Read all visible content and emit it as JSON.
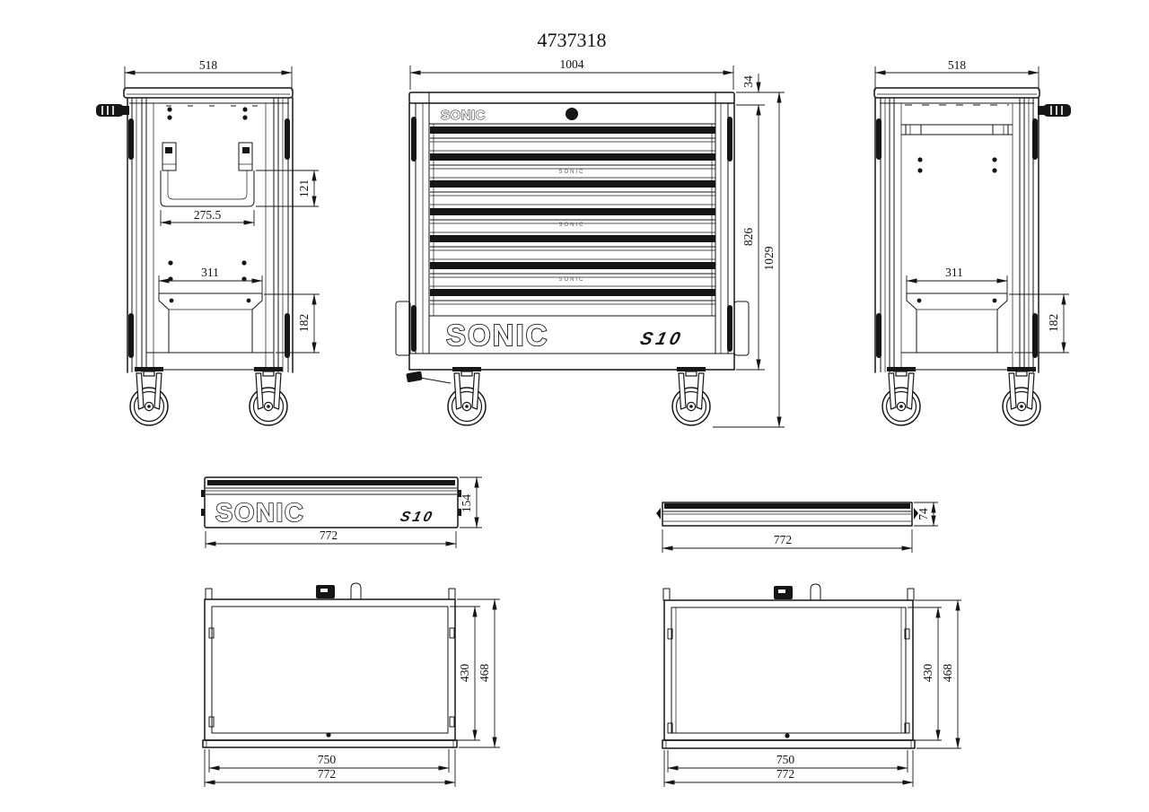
{
  "title": "4737318",
  "brand": {
    "logo": "SONIC",
    "series_badge": "S10",
    "drawer_mark": "SONIC"
  },
  "views": {
    "front": {
      "dims": {
        "width": "1004",
        "cap_height": "34",
        "body_height": "826",
        "total_height": "1029"
      }
    },
    "side_left": {
      "dims": {
        "width": "518",
        "upper_bracket_width": "275.5",
        "upper_bracket_height": "121",
        "lower_bracket_width": "311",
        "lower_bracket_height": "182"
      }
    },
    "side_right": {
      "dims": {
        "width": "518",
        "lower_bracket_width": "311",
        "lower_bracket_height": "182"
      }
    },
    "lid_front": {
      "dims": {
        "width": "772",
        "height": "154"
      }
    },
    "lid_profile": {
      "dims": {
        "width": "772",
        "height": "74"
      }
    },
    "tray_left": {
      "dims": {
        "inner_width": "750",
        "outer_width": "772",
        "inner_depth": "430",
        "outer_depth": "468"
      }
    },
    "tray_right": {
      "dims": {
        "inner_width": "750",
        "outer_width": "772",
        "inner_depth": "430",
        "outer_depth": "468"
      }
    }
  }
}
